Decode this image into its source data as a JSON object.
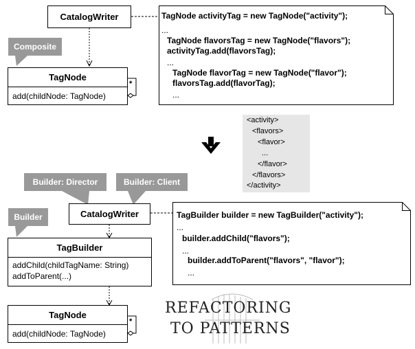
{
  "top": {
    "catalog_writer": "CatalogWriter",
    "composite_tag": "Composite",
    "tagnode_title": "TagNode",
    "tagnode_op": "add(childNode: TagNode)",
    "multiplicity": "*",
    "code": [
      {
        "text": "TagNode activityTag = new TagNode(\"activity\");",
        "kind": "code"
      },
      {
        "text": "...",
        "kind": "dots"
      },
      {
        "text": "TagNode flavorsTag = new TagNode(\"flavors\");",
        "kind": "code"
      },
      {
        "text": "activityTag.add(flavorsTag);",
        "kind": "code"
      },
      {
        "text": "...",
        "kind": "dots"
      },
      {
        "text": "TagNode flavorTag = new TagNode(\"flavor\");",
        "kind": "code"
      },
      {
        "text": "flavorsTag.add(flavorTag);",
        "kind": "code"
      },
      {
        "text": "...",
        "kind": "dots"
      }
    ]
  },
  "xml": [
    "<activity>",
    "<flavors>",
    "<flavor>",
    "...",
    "</flavor>",
    "</flavors>",
    "</activity>"
  ],
  "bottom": {
    "director_tag": "Builder: Director",
    "client_tag": "Builder: Client",
    "builder_tag": "Builder",
    "catalog_writer": "CatalogWriter",
    "tagbuilder_title": "TagBuilder",
    "tagbuilder_ops": [
      "addChild(childTagName: String)",
      "addToParent(...)"
    ],
    "tagnode_title": "TagNode",
    "tagnode_op": "add(childNode: TagNode)",
    "multiplicity": "*",
    "code": [
      {
        "text": "TagBuilder builder = new TagBuilder(\"activity\");",
        "kind": "code"
      },
      {
        "text": "...",
        "kind": "dots"
      },
      {
        "text": "builder.addChild(\"flavors\");",
        "kind": "code"
      },
      {
        "text": "...",
        "kind": "dots"
      },
      {
        "text": "builder.addToParent(\"flavors\", \"flavor\");",
        "kind": "code"
      },
      {
        "text": "...",
        "kind": "dots"
      }
    ]
  },
  "logo": {
    "line1": "REFACTORING",
    "line2": "TO PATTERNS"
  },
  "colors": {
    "tag_bg": "#999999",
    "xml_bg": "#e6e6e6"
  }
}
